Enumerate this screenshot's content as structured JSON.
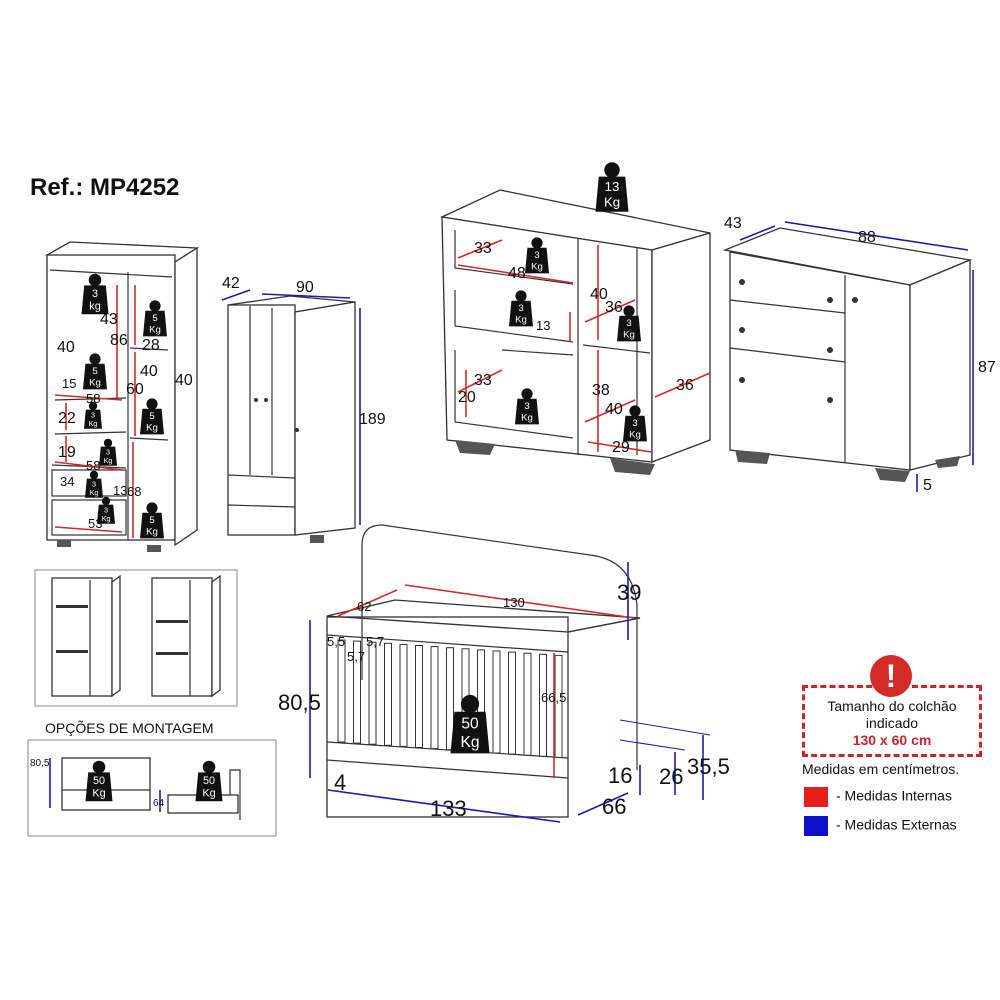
{
  "title": "Ref.: MP4252",
  "colors": {
    "internal": "#e8201c",
    "external": "#1010c8",
    "alert": "#d42a2a"
  },
  "wardrobe_open": {
    "dims": [
      "43",
      "86",
      "28",
      "40",
      "40",
      "40",
      "15",
      "58",
      "60",
      "22",
      "19",
      "58",
      "34",
      "13",
      "68",
      "53"
    ],
    "weights": [
      {
        "value": "3",
        "unit": "kg",
        "icon": "shirt-weight-icon"
      },
      {
        "value": "5",
        "unit": "Kg"
      },
      {
        "value": "5",
        "unit": "Kg"
      },
      {
        "value": "3",
        "unit": "Kg"
      },
      {
        "value": "5",
        "unit": "Kg"
      },
      {
        "value": "3",
        "unit": "Kg"
      },
      {
        "value": "3",
        "unit": "Kg"
      },
      {
        "value": "3",
        "unit": "Kg"
      },
      {
        "value": "5",
        "unit": "Kg"
      }
    ]
  },
  "wardrobe_closed": {
    "depth": "42",
    "width": "90",
    "height": "189"
  },
  "dresser_open": {
    "dims": [
      "33",
      "48",
      "40",
      "36",
      "13",
      "33",
      "20",
      "38",
      "40",
      "36",
      "29"
    ],
    "weights": [
      {
        "value": "13",
        "unit": "Kg"
      },
      {
        "value": "3",
        "unit": "Kg"
      },
      {
        "value": "3",
        "unit": "Kg"
      },
      {
        "value": "3",
        "unit": "Kg"
      },
      {
        "value": "3",
        "unit": "Kg"
      },
      {
        "value": "3",
        "unit": "Kg"
      }
    ]
  },
  "dresser_closed": {
    "depth": "43",
    "width": "88",
    "height": "87",
    "feet": "5"
  },
  "assembly_options": {
    "label": "OPÇÕES DE MONTAGEM",
    "crib_height": "80,5",
    "bed_height": "64",
    "weights": [
      {
        "value": "50",
        "unit": "Kg"
      },
      {
        "value": "50",
        "unit": "Kg"
      }
    ]
  },
  "crib": {
    "dims": {
      "inner_length": "130",
      "inner_width": "62",
      "headboard": "39",
      "gap1": "5,5",
      "gap2": "5,7",
      "gap3": "5,7",
      "inner_height": "66,5",
      "height": "80,5",
      "base": "4",
      "length": "133",
      "depth": "66",
      "h16": "16",
      "h26": "26",
      "h35": "35,5"
    },
    "weight": {
      "value": "50",
      "unit": "Kg"
    }
  },
  "legend": {
    "mattress_line1": "Tamanho do colchão",
    "mattress_line2": "indicado",
    "mattress_size": "130 x 60 cm",
    "units_note": "Medidas em centímetros.",
    "internal_label": "- Medidas Internas",
    "external_label": "- Medidas Externas",
    "alert_icon": "exclamation-icon"
  }
}
